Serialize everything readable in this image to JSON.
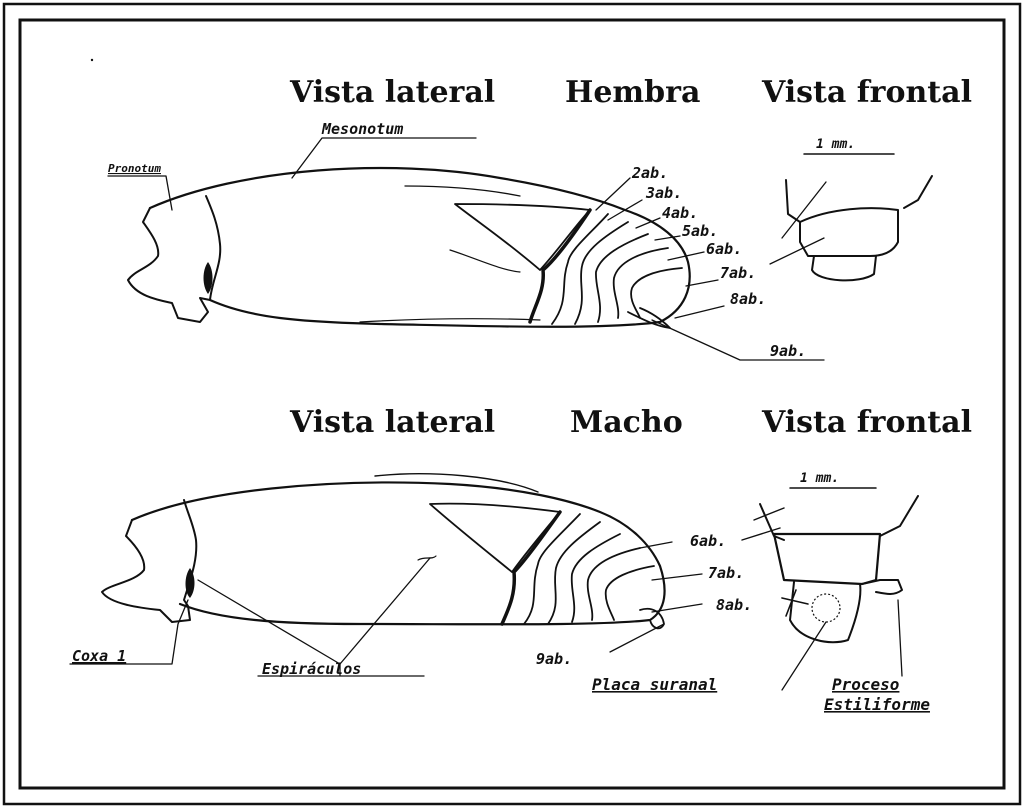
{
  "titles": {
    "female_lateral": "Vista lateral",
    "female_sex": "Hembra",
    "female_frontal": "Vista frontal",
    "male_lateral": "Vista lateral",
    "male_sex": "Macho",
    "male_frontal": "Vista frontal"
  },
  "scale_bars": {
    "female": "1 mm.",
    "male": "1 mm."
  },
  "female_labels": {
    "mesonotum": "Mesonotum",
    "pronotum": "Pronotum",
    "ab2": "2ab.",
    "ab3": "3ab.",
    "ab4": "4ab.",
    "ab5": "5ab.",
    "ab6": "6ab.",
    "ab7": "7ab.",
    "ab8": "8ab.",
    "ab9": "9ab."
  },
  "male_labels": {
    "ab6": "6ab.",
    "ab7": "7ab.",
    "ab8": "8ab.",
    "ab9": "9ab.",
    "coxa": "Coxa 1",
    "espiraculos": "Espiráculos",
    "placa": "Placa suranal",
    "proceso": "Proceso",
    "estiliforme": "Estiliforme"
  }
}
